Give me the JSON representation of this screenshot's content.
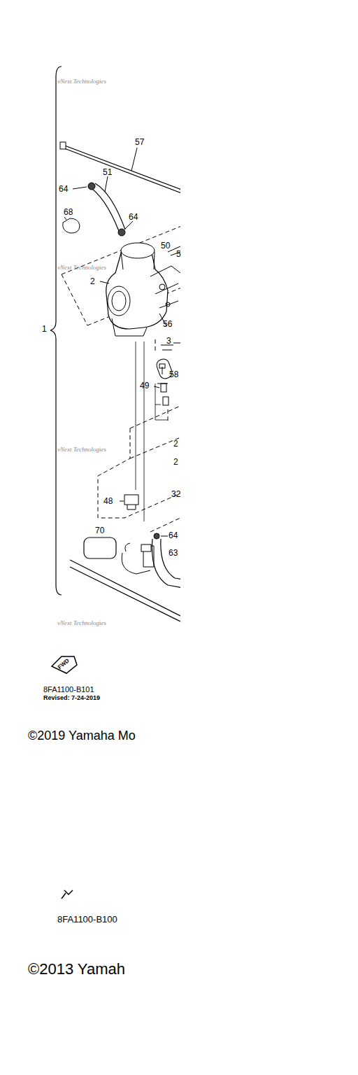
{
  "diagram": {
    "labels": [
      "vNext Technologies",
      "57",
      "51",
      "64",
      "68",
      "64",
      "50",
      "5",
      "2",
      "vNext Technologies",
      "56",
      "1",
      "3",
      "58",
      "49",
      "2",
      "2",
      "vNext Technologies",
      "32",
      "48",
      "70",
      "64",
      "63",
      "vNext Technologies",
      "FWD",
      "8FA1100-B101",
      "Revised: 7-24-2019",
      "©2019 Yamaha Mo",
      "8FA1100-B100",
      "©2013 Yamah"
    ]
  }
}
